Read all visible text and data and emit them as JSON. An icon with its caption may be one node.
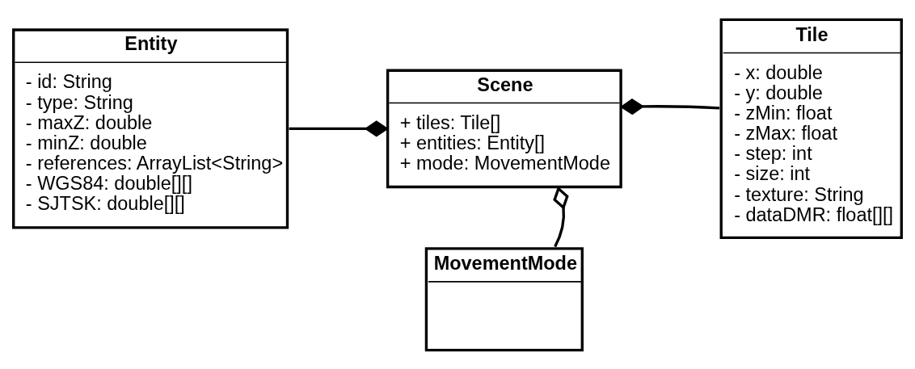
{
  "diagram": {
    "nodes": [
      {
        "text": [
          "Entity",
          "- id: String",
          "- type: String",
          "- maxZ: double",
          "- minZ: double",
          "- references: ArrayList<String>",
          "- WGS84: double[][]",
          "- SJTSK: double[][]"
        ]
      },
      {
        "text": [
          "Scene",
          "+ tiles: Tile[]",
          "+ entities: Entity[]",
          "+ mode: MovementMode"
        ]
      },
      {
        "text": [
          "Tile",
          "- x: double",
          "- y: double",
          "- zMin: float",
          "- zMax: float",
          "- step: int",
          "- size: int",
          "- texture: String",
          "- dataDMR: float[][]"
        ]
      },
      {
        "text": [
          "MovementMode"
        ]
      }
    ],
    "edges": [
      {
        "from": 0,
        "to": 1,
        "arrow": "other"
      },
      {
        "from": 2,
        "to": 1,
        "arrow": "other"
      },
      {
        "from": 3,
        "to": 1,
        "arrow": "other"
      }
    ]
  }
}
